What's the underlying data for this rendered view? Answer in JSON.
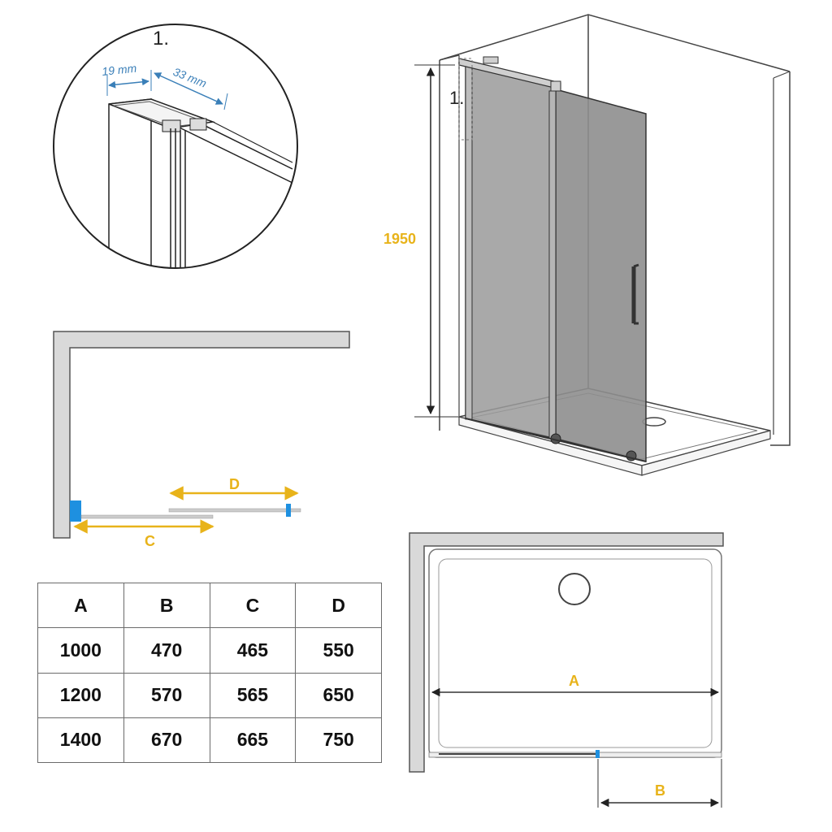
{
  "detail": {
    "callout": "1.",
    "dim_left": "19 mm",
    "dim_right": "33 mm"
  },
  "elevation": {
    "height_label": "1950",
    "callout": "1."
  },
  "plan_gap": {
    "label_d": "D",
    "label_c": "C"
  },
  "plan_tray": {
    "label_a": "A",
    "label_b": "B"
  },
  "table": {
    "headers": [
      "A",
      "B",
      "C",
      "D"
    ],
    "rows": [
      [
        "1000",
        "470",
        "465",
        "550"
      ],
      [
        "1200",
        "570",
        "565",
        "650"
      ],
      [
        "1400",
        "670",
        "665",
        "750"
      ]
    ]
  },
  "colors": {
    "dimension": "#E8B31A",
    "detail_dimension": "#3A7FB8",
    "wall_fill": "#D9D9D9",
    "glass": "#9A9A9A",
    "seal": "#1E90E0"
  }
}
